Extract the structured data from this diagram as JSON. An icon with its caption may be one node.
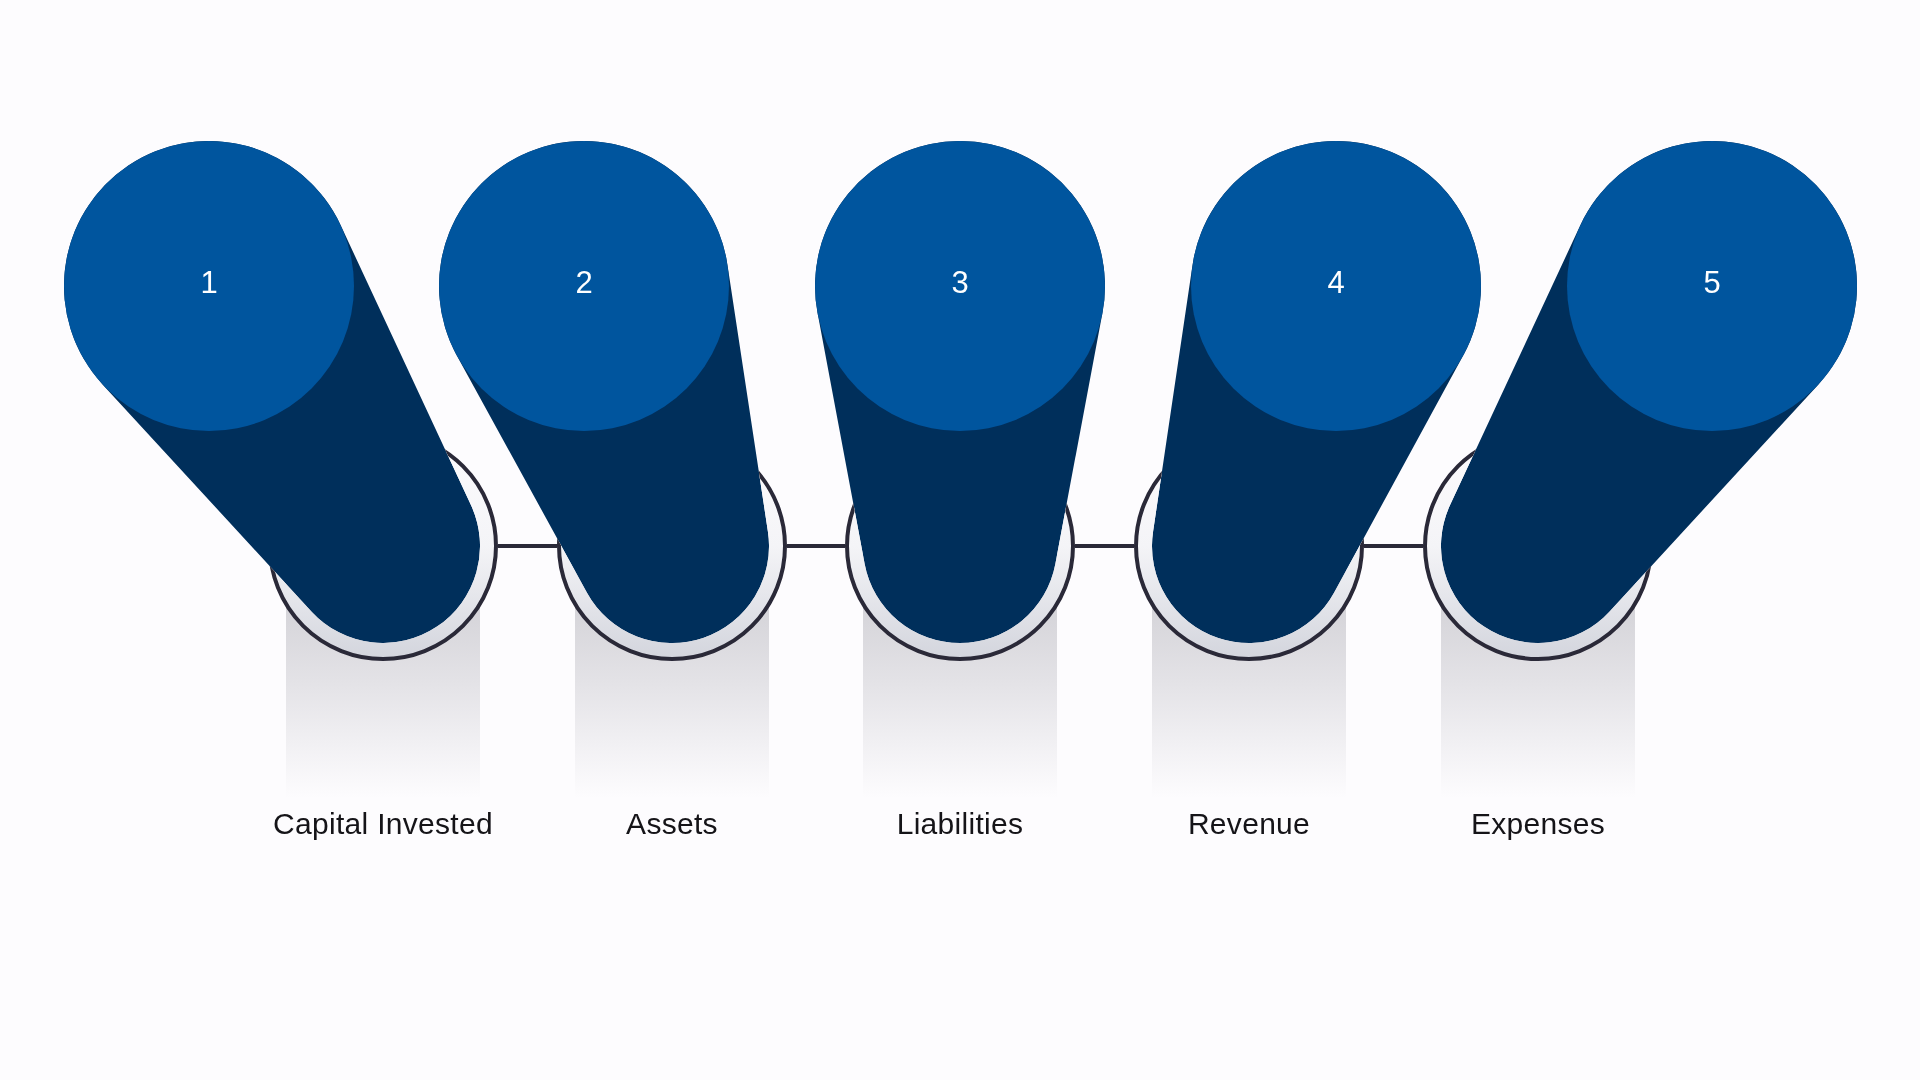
{
  "diagram": {
    "nodes": [
      {
        "text": [
          "1"
        ]
      },
      {
        "text": [
          "2"
        ]
      },
      {
        "text": [
          "3"
        ]
      },
      {
        "text": [
          "4"
        ]
      },
      {
        "text": [
          "5"
        ]
      },
      {
        "text": [],
        "shape": "circle"
      },
      {
        "text": [],
        "shape": "circle"
      },
      {
        "text": [],
        "shape": "circle"
      },
      {
        "text": [],
        "shape": "circle"
      },
      {
        "text": [],
        "shape": "circle"
      }
    ],
    "edges": [
      {
        "from": 5,
        "to": 6,
        "arrow": "none"
      },
      {
        "from": 6,
        "to": 7,
        "arrow": "none"
      },
      {
        "from": 7,
        "to": 8,
        "arrow": "none"
      },
      {
        "from": 8,
        "to": 9,
        "arrow": "none"
      }
    ],
    "labels": [
      "Capital Invested",
      "Assets",
      "Liabilities",
      "Revenue",
      "Expenses"
    ]
  }
}
